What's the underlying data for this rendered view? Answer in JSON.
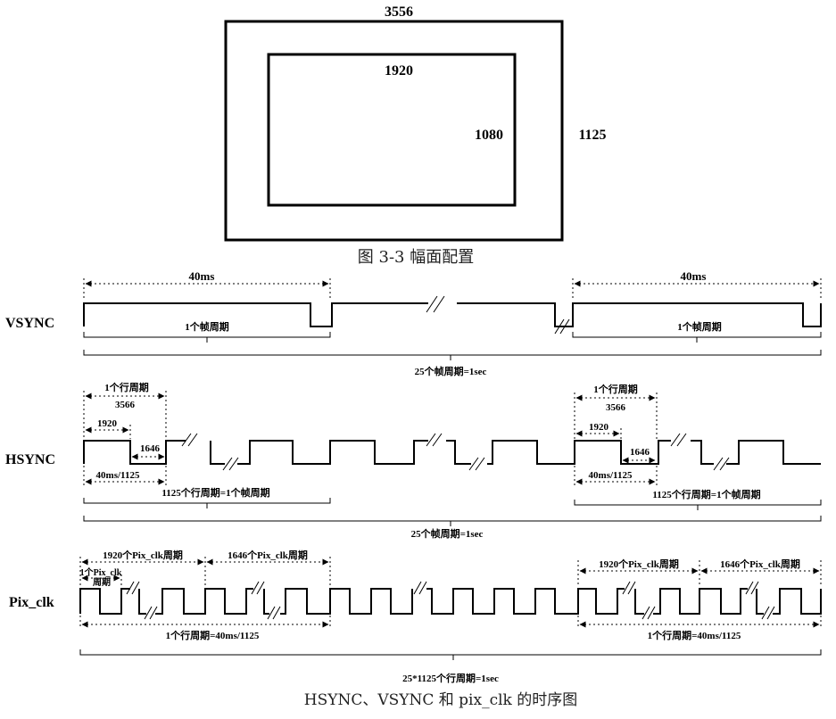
{
  "frame_figure": {
    "outer_width_label": "3556",
    "inner_width_label": "1920",
    "inner_height_label": "1080",
    "outer_height_label": "1125",
    "caption": "图 3-3  幅面配置"
  },
  "timing_diagram": {
    "vsync": {
      "name": "VSYNC",
      "period_left": "40ms",
      "period_right": "40ms",
      "frame_period_left": "1个帧周期",
      "frame_period_right": "1个帧周期",
      "total": "25个帧周期=1sec"
    },
    "hsync": {
      "name": "HSYNC",
      "line_period_left": "1个行周期",
      "line_period_right": "1个行周期",
      "total_width_left": "3566",
      "total_width_right": "3566",
      "active_left": "1920",
      "active_right": "1920",
      "blank_left": "1646",
      "blank_right": "1646",
      "line_time_left": "40ms/1125",
      "line_time_right": "40ms/1125",
      "frame_def_left": "1125个行周期=1个帧周期",
      "frame_def_right": "1125个行周期=1个帧周期",
      "total": "25个帧周期=1sec"
    },
    "pix_clk": {
      "name": "Pix_clk",
      "active_clk_left": "1920个Pix_clk周期",
      "blank_clk_left": "1646个Pix_clk周期",
      "active_clk_right": "1920个Pix_clk周期",
      "blank_clk_right": "1646个Pix_clk周期",
      "one_clk_label_1": "1个Pix_clk",
      "one_clk_label_2": "周期",
      "line_period_left": "1个行周期=40ms/1125",
      "line_period_right": "1个行周期=40ms/1125",
      "total": "25*1125个行周期=1sec"
    },
    "caption": "HSYNC、VSYNC 和 pix_clk 的时序图"
  }
}
